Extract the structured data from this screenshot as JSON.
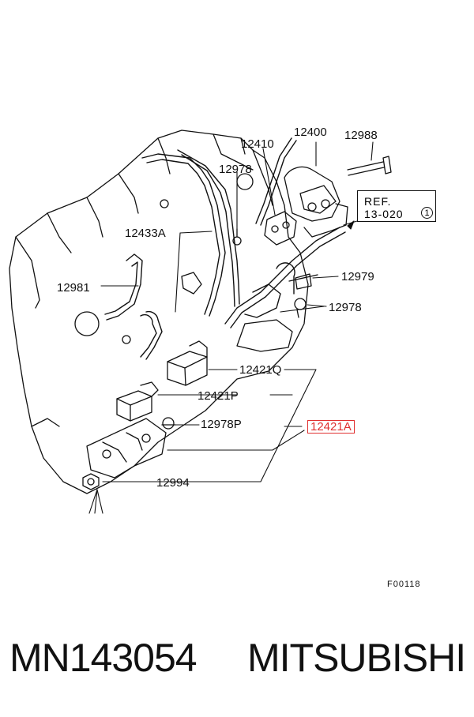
{
  "callouts": {
    "c12400": "12400",
    "c12988": "12988",
    "c12410": "12410",
    "c12978_top": "12978",
    "c12433A": "12433A",
    "c12981": "12981",
    "c12979": "12979",
    "c12978_right": "12978",
    "c12421Q": "12421Q",
    "c12421P": "12421P",
    "c12978P": "12978P",
    "c12421A": "12421A",
    "c12994": "12994"
  },
  "ref": {
    "line1": "REF.",
    "line2": "13-020",
    "circle": "1"
  },
  "figure_code": "F00118",
  "footer": {
    "part_number": "MN143054",
    "brand": "MITSUBISHI"
  },
  "colors": {
    "highlight": "#e03030",
    "line": "#111111"
  }
}
